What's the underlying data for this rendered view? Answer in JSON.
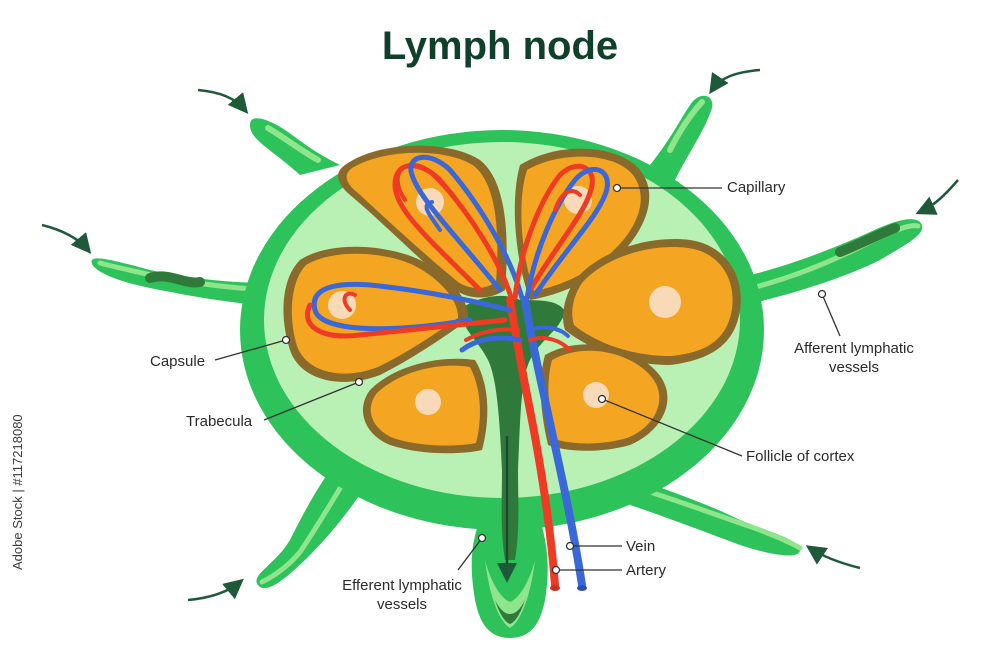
{
  "title": "Lymph node",
  "labels": {
    "capillary": "Capillary",
    "afferent_line1": "Afferent lymphatic",
    "afferent_line2": "vessels",
    "capsule": "Capsule",
    "trabecula": "Trabecula",
    "follicle": "Follicle of cortex",
    "vein": "Vein",
    "artery": "Artery",
    "efferent_line1": "Efferent lymphatic",
    "efferent_line2": "vessels"
  },
  "watermark": "Adobe Stock | #117218080",
  "colors": {
    "capsule_green": "#2ec25a",
    "light_green": "#b9f0b4",
    "dark_green": "#2f7a3a",
    "follicle_orange": "#f4a623",
    "follicle_edge": "#8a6a2a",
    "germinal_center": "#f8d9b8",
    "artery_red": "#ef3b24",
    "vein_blue": "#3a68d8",
    "arrow": "#1e5a3a"
  }
}
